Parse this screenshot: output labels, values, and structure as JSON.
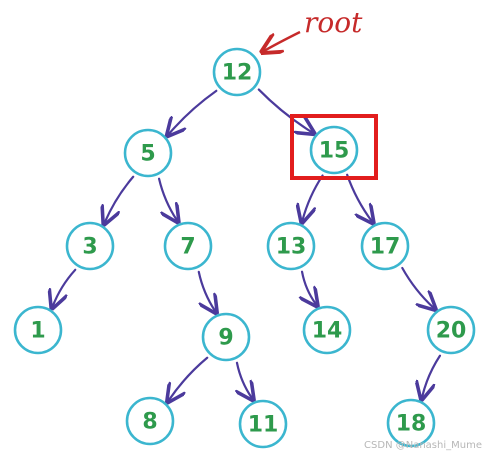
{
  "root_label": "root",
  "watermark": "CSDN @Nanashi_Mume",
  "colors": {
    "node_stroke": "#3bb6cf",
    "node_text": "#2e9a4c",
    "edge": "#4b3a9c",
    "root_annotation": "#c62a2a",
    "highlight_box": "#e21d1d"
  },
  "nodes": [
    {
      "id": "n12",
      "label": "12"
    },
    {
      "id": "n5",
      "label": "5"
    },
    {
      "id": "n15",
      "label": "15",
      "highlighted": true
    },
    {
      "id": "n3",
      "label": "3"
    },
    {
      "id": "n7",
      "label": "7"
    },
    {
      "id": "n13",
      "label": "13"
    },
    {
      "id": "n17",
      "label": "17"
    },
    {
      "id": "n1",
      "label": "1"
    },
    {
      "id": "n9",
      "label": "9"
    },
    {
      "id": "n14",
      "label": "14"
    },
    {
      "id": "n20",
      "label": "20"
    },
    {
      "id": "n8",
      "label": "8"
    },
    {
      "id": "n11",
      "label": "11"
    },
    {
      "id": "n18",
      "label": "18"
    }
  ],
  "edges": [
    {
      "from": "n12",
      "to": "n5"
    },
    {
      "from": "n12",
      "to": "n15"
    },
    {
      "from": "n5",
      "to": "n3"
    },
    {
      "from": "n5",
      "to": "n7"
    },
    {
      "from": "n15",
      "to": "n13"
    },
    {
      "from": "n15",
      "to": "n17"
    },
    {
      "from": "n3",
      "to": "n1"
    },
    {
      "from": "n7",
      "to": "n9"
    },
    {
      "from": "n13",
      "to": "n14"
    },
    {
      "from": "n17",
      "to": "n20"
    },
    {
      "from": "n9",
      "to": "n8"
    },
    {
      "from": "n9",
      "to": "n11"
    },
    {
      "from": "n20",
      "to": "n18"
    }
  ]
}
